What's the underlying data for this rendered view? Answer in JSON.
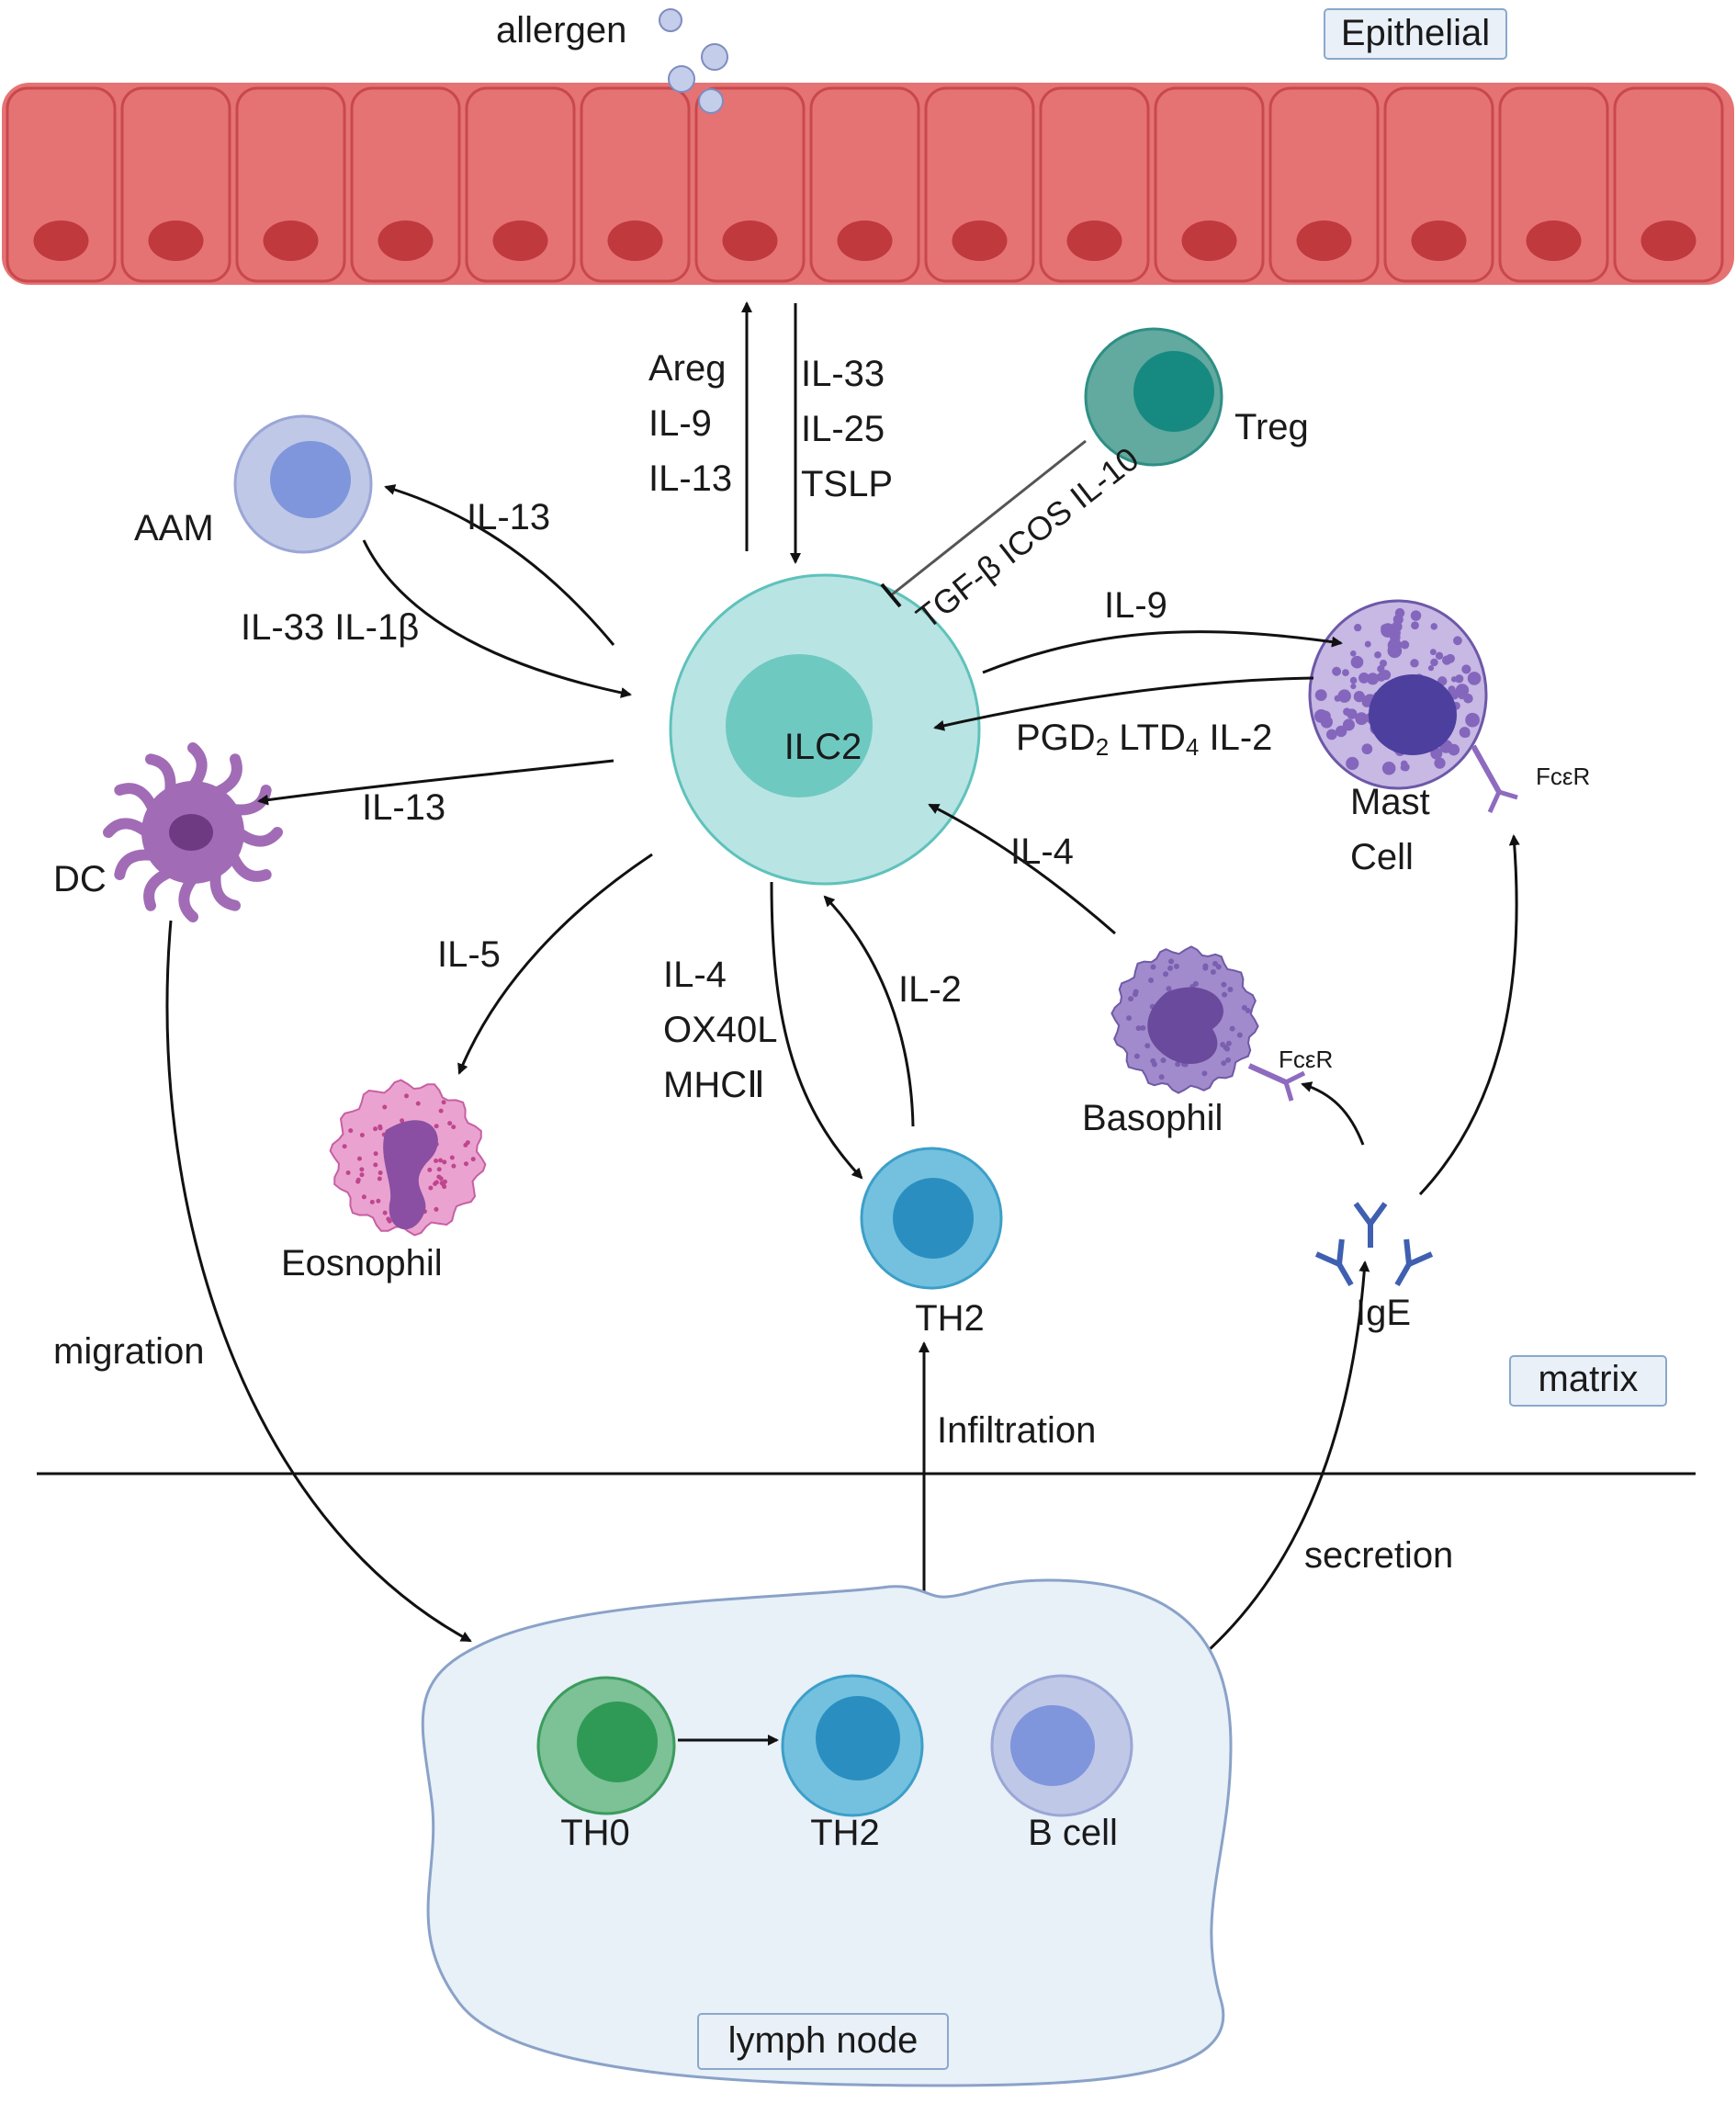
{
  "labels": {
    "epithelial": "Epithelial",
    "allergen": "allergen",
    "matrix": "matrix",
    "lymph_node": "lymph node",
    "ilc2": "ILC2",
    "treg": "Treg",
    "aam": "AAM",
    "dc": "DC",
    "eosinophil": "Eosnophil",
    "th2": "TH2",
    "basophil": "Basophil",
    "mast_cell_line1": "Mast",
    "mast_cell_line2": "Cell",
    "ige": "IgE",
    "fcer_mast": "FcεR",
    "fcer_basophil": "FcεR",
    "th0": "TH0",
    "th2_lymph": "TH2",
    "b_cell": "B cell"
  },
  "arrows": {
    "up_epi": [
      "Areg",
      "IL-9",
      "IL-13"
    ],
    "down_epi": [
      "IL-33",
      "IL-25",
      "TSLP"
    ],
    "aam_out": "IL-13",
    "aam_in": "IL-33 IL-1β",
    "treg_inhibit": "TGF-β ICOS IL-10",
    "mast_out": "IL-9",
    "mast_in_parts": [
      "PGD",
      "2",
      " LTD",
      "4",
      " IL-2"
    ],
    "dc_out": "IL-13",
    "basophil_in": "IL-4",
    "eos_out": "IL-5",
    "th2_out": [
      "IL-4",
      "OX40L",
      "MHCⅡ"
    ],
    "th2_in": "IL-2",
    "migration": "migration",
    "infiltration": "Infiltration",
    "secretion": "secretion"
  },
  "colors": {
    "epithelium": "#e57373",
    "epithelium_border": "#c9484c",
    "nucleus_epi": "#c0393d",
    "ilc2_outer": "#b9e4e4",
    "ilc2_inner": "#6cc9c2",
    "treg": "#5aa69b",
    "aam": "#b9c4e3",
    "dc": "#9a5fae",
    "eosinophil": "#e9a1cf",
    "th2": "#6ec0de",
    "basophil": "#9b86c9",
    "mast": "#c7b8e4",
    "th0": "#7fc496",
    "lymph_node_fill": "#e8f0f8",
    "label_box": "#e9f0f8"
  }
}
